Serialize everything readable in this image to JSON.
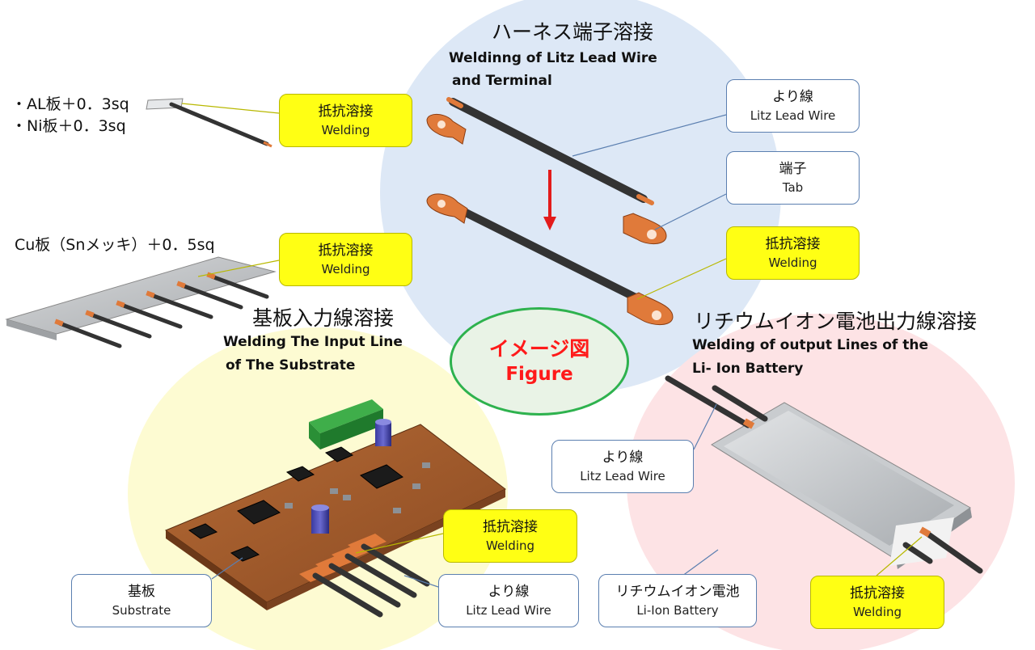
{
  "sections": {
    "harness": {
      "title_jp": "ハーネス端子溶接",
      "title_en_line1": "Weldinng of Litz Lead Wire",
      "title_en_line2": "and Terminal"
    },
    "substrate": {
      "title_jp": "基板入力線溶接",
      "title_en_line1": "Welding The Input Line",
      "title_en_line2": "of The Substrate"
    },
    "battery": {
      "title_jp": "リチウムイオン電池出力線溶接",
      "title_en_line1": "Welding of output Lines of the",
      "title_en_line2": "Li- Ion Battery"
    }
  },
  "specs": {
    "al_plate": "・AL板＋0．3sq",
    "ni_plate": "・Ni板＋0．3sq",
    "cu_plate": "Cu板（Snメッキ）＋0．5sq"
  },
  "figure_badge": {
    "jp": "イメージ図",
    "en": "Figure"
  },
  "callouts": {
    "welding_top_left": {
      "jp": "抵抗溶接",
      "en": "Welding"
    },
    "welding_mid_left": {
      "jp": "抵抗溶接",
      "en": "Welding"
    },
    "litz_wire_top": {
      "jp": "より線",
      "en": "Litz Lead Wire"
    },
    "tab": {
      "jp": "端子",
      "en": "Tab"
    },
    "welding_right": {
      "jp": "抵抗溶接",
      "en": "Welding"
    },
    "litz_wire_battery": {
      "jp": "より線",
      "en": "Litz Lead Wire"
    },
    "substrate": {
      "jp": "基板",
      "en": "Substrate"
    },
    "welding_substrate": {
      "jp": "抵抗溶接",
      "en": "Welding"
    },
    "litz_wire_substrate": {
      "jp": "より線",
      "en": "Litz Lead Wire"
    },
    "li_ion_battery": {
      "jp": "リチウムイオン電池",
      "en": "Li-Ion Battery"
    },
    "welding_battery": {
      "jp": "抵抗溶接",
      "en": "Welding"
    }
  },
  "colors": {
    "blue_zone": "#dde8f6",
    "yellow_zone": "#fdfbd2",
    "pink_zone": "#fde3e5",
    "callout_yellow": "#ffff14",
    "badge_green": "#2eb24e",
    "badge_text_red": "#ff1a1a",
    "copper": "#e07a3a",
    "wire": "#333333",
    "pcb": "#9c5a2e"
  }
}
